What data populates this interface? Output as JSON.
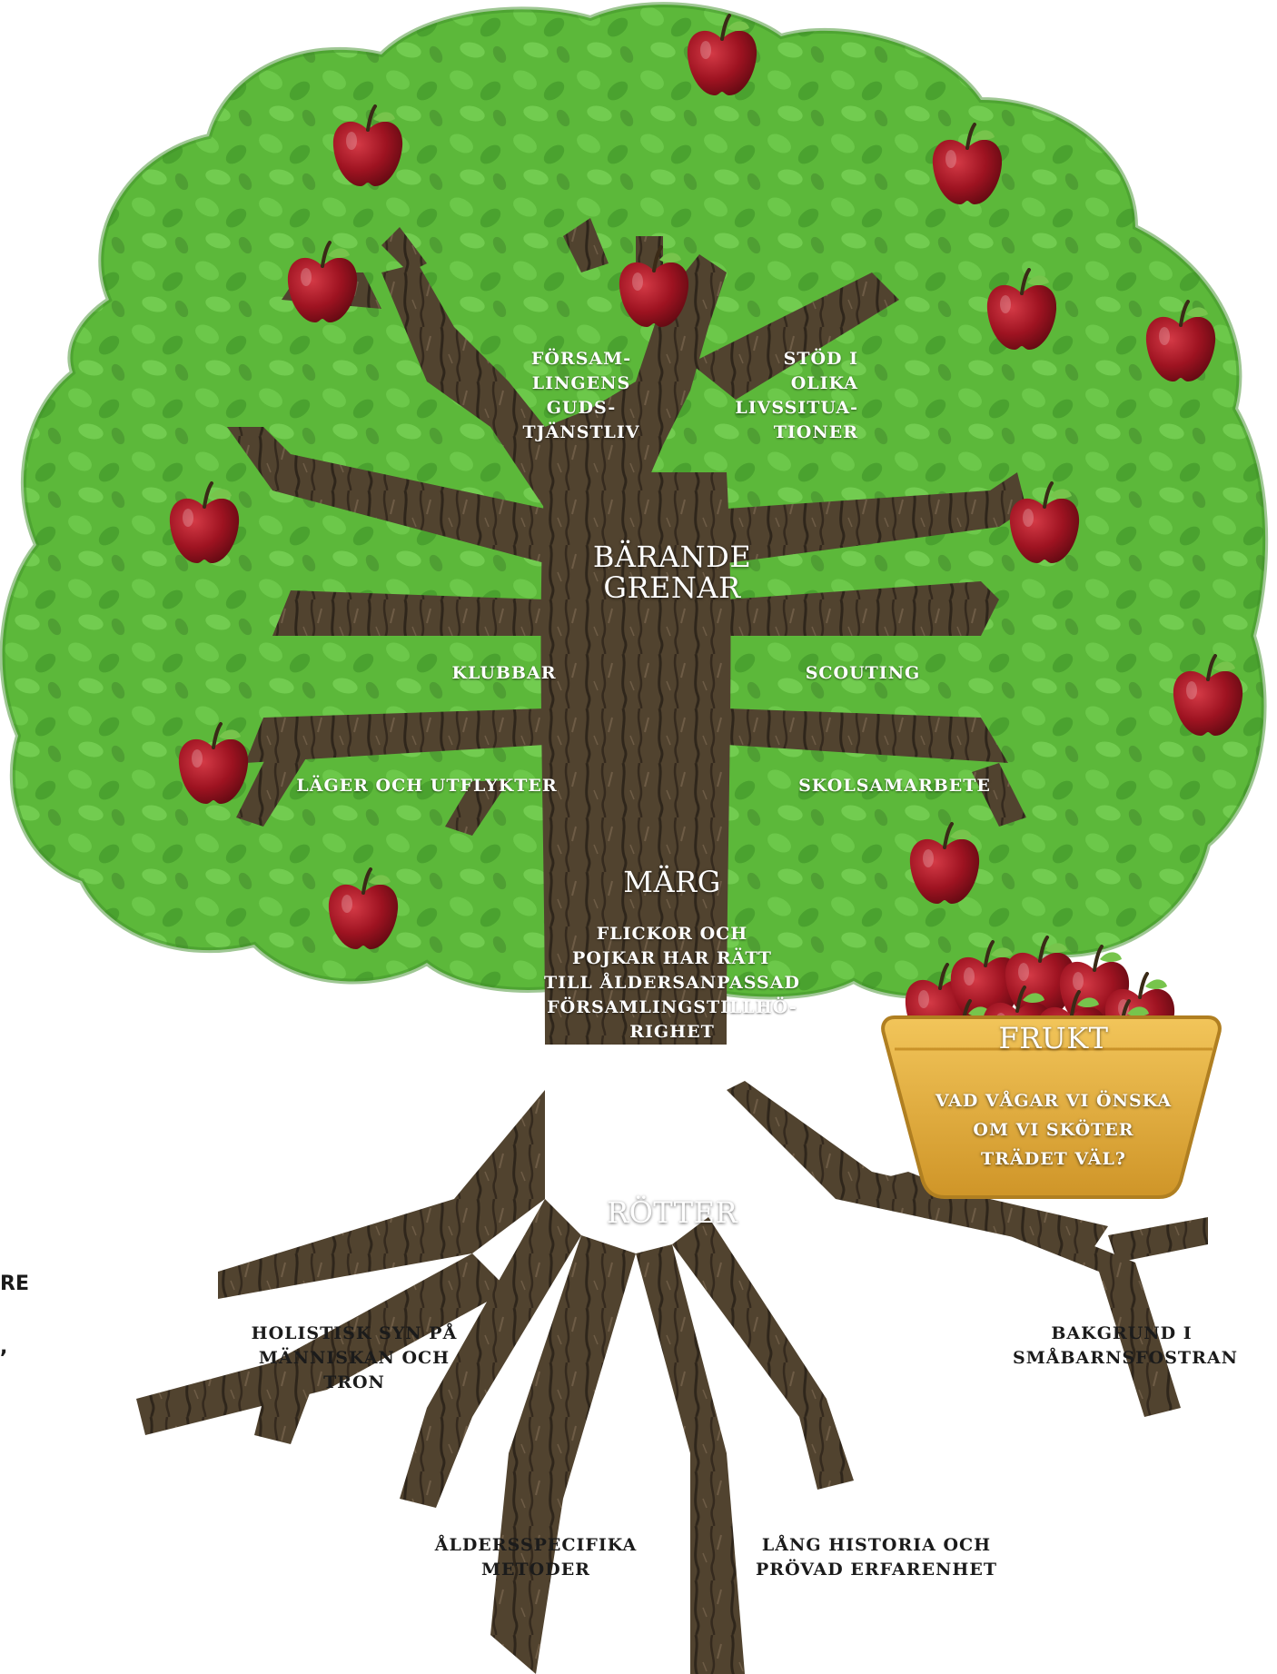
{
  "edge_fragments": [
    "RE",
    ","
  ],
  "heading_barande": "BÄRANDE\nGRENAR",
  "heading_marg": "MÄRG",
  "heading_rotter": "RÖTTER",
  "heading_frukt": "FRUKT",
  "branch_forsamlingens": "FÖRSAM-\nLINGENS\nGUDS-\nTJÄNSTLIV",
  "branch_stod": "STÖD I\nOLIKA\nLIVSSITUA-\nTIONER",
  "branch_klubbar": "KLUBBAR",
  "branch_scouting": "SCOUTING",
  "branch_lager": "LÄGER OCH UTFLYKTER",
  "branch_skolsamarbete": "SKOLSAMARBETE",
  "marg_text": "FLICKOR OCH\nPOJKAR HAR RÄTT\nTILL ÅLDERSANPASSAD\nFÖRSAMLINGSTILLHÖ-\nRIGHET",
  "frukt_text": "VAD VÅGAR VI ÖNSKA\nOM VI SKÖTER\nTRÄDET VÄL?",
  "root_holistisk": "HOLISTISK SYN PÅ\nMÄNNISKAN OCH TRON",
  "root_bakgrund": "BAKGRUND I\nSMÅBARNSFOSTRAN",
  "root_aldersspecifika": "ÅLDERSSPECIFIKA\nMETODER",
  "root_lang_historia": "LÅNG HISTORIA OCH\nPRÖVAD ERFARENHET",
  "colors": {
    "foliage": "#5cb83a",
    "foliage_dark": "#3f8f2a",
    "bark": "#4e4033",
    "bark_dark": "#2e251d",
    "apple": "#a01222",
    "basket": "#e6b23c"
  }
}
